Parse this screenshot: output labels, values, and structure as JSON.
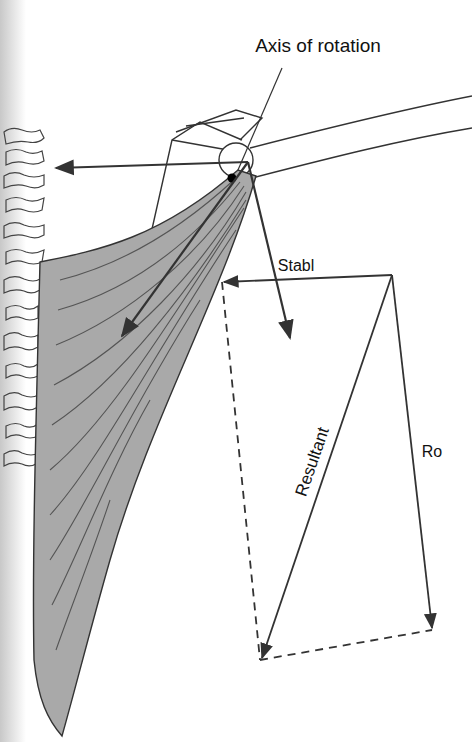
{
  "diagram": {
    "labels": [
      "Axis of rotation",
      "Stabl",
      "Resultant",
      "Ro"
    ]
  }
}
